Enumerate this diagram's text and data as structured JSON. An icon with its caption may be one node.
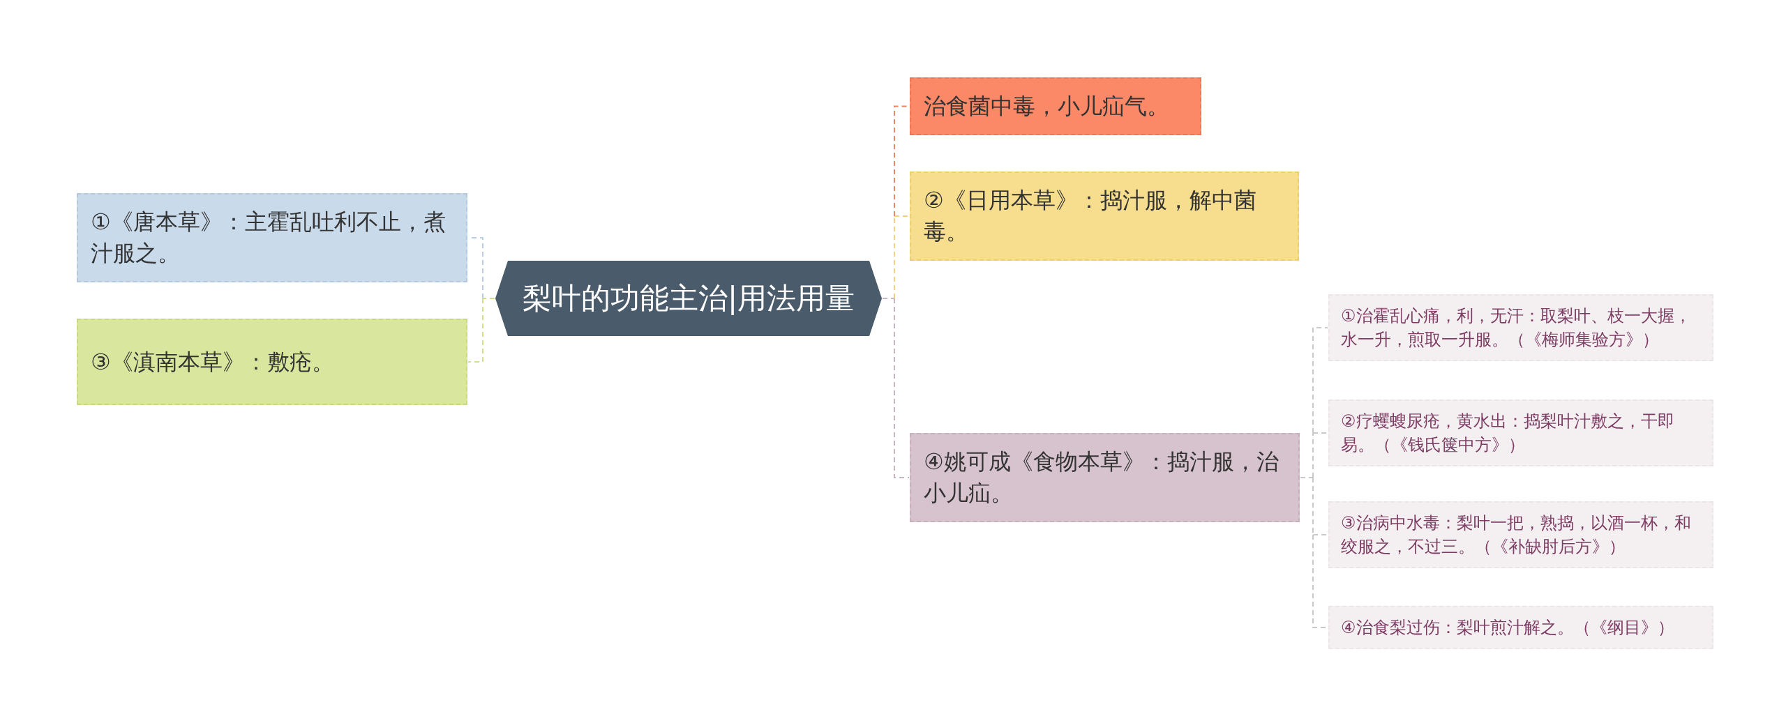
{
  "diagram": {
    "nodes": [
      {
        "text": [
          "梨叶的功能主治|用法用量"
        ]
      },
      {
        "text": [
          "①《唐本草》：主霍乱吐利不止，煮汁服之。"
        ]
      },
      {
        "text": [
          "③《滇南本草》：敷疮。"
        ]
      },
      {
        "text": [
          "治食菌中毒，小儿疝气。"
        ]
      },
      {
        "text": [
          "②《日用本草》：捣汁服，解中菌毒。"
        ]
      },
      {
        "text": [
          "④姚可成《食物本草》：捣汁服，治小儿疝。"
        ]
      },
      {
        "text": [
          "①治霍乱心痛，利，无汗：取梨叶、枝一大握，水一升，煎取一升服。（《梅师集验方》）"
        ]
      },
      {
        "text": [
          "②疗蠼螋尿疮，黄水出：捣梨叶汁敷之，干即易。（《钱氏箧中方》）"
        ]
      },
      {
        "text": [
          "③治病中水毒：梨叶一把，熟捣，以酒一杯，和绞服之，不过三。（《补缺肘后方》）"
        ]
      },
      {
        "text": [
          "④治食梨过伤：梨叶煎汁解之。（《纲目》）"
        ]
      }
    ],
    "edges": [
      {
        "from": 0,
        "to": 1,
        "arrow": "none",
        "style": "dashed",
        "color": "#b8cce4"
      },
      {
        "from": 0,
        "to": 2,
        "arrow": "none",
        "style": "dashed",
        "color": "#cfe08a"
      },
      {
        "from": 0,
        "to": 3,
        "arrow": "none",
        "style": "dashed",
        "color": "#ef8462"
      },
      {
        "from": 0,
        "to": 4,
        "arrow": "none",
        "style": "dashed",
        "color": "#f0d27a"
      },
      {
        "from": 0,
        "to": 5,
        "arrow": "none",
        "style": "dashed",
        "color": "#c9b5c1"
      },
      {
        "from": 5,
        "to": 6,
        "arrow": "none",
        "style": "dashed"
      },
      {
        "from": 5,
        "to": 7,
        "arrow": "none",
        "style": "dashed"
      },
      {
        "from": 5,
        "to": 8,
        "arrow": "none",
        "style": "dashed"
      },
      {
        "from": 5,
        "to": 9,
        "arrow": "none",
        "style": "dashed"
      }
    ]
  }
}
